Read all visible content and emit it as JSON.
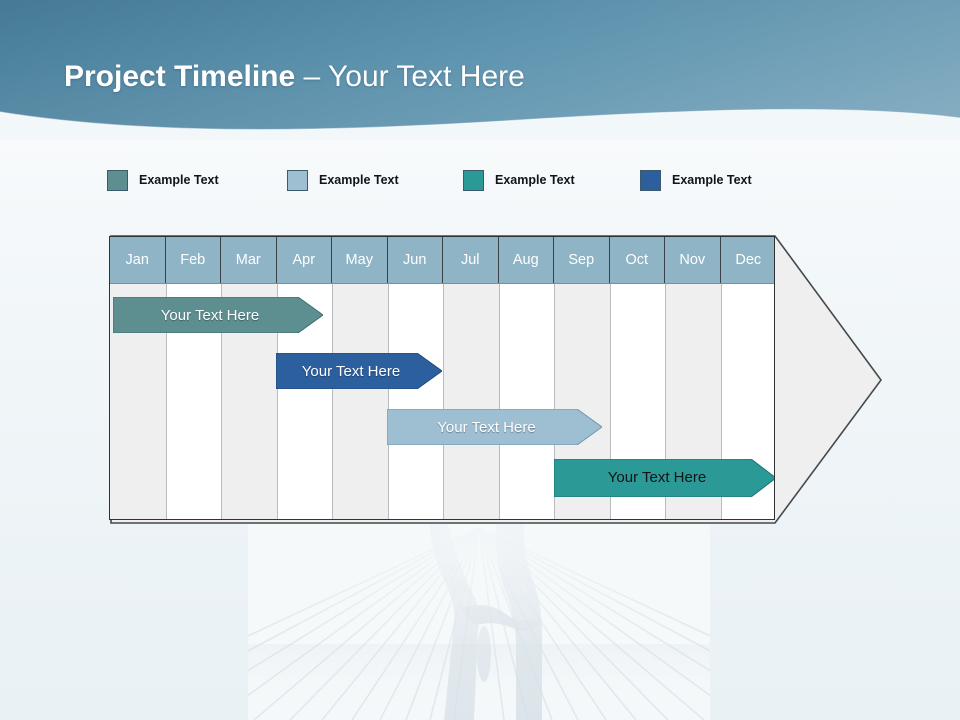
{
  "slide": {
    "title_bold": "Project Timeline",
    "title_rest": " – Your Text Here"
  },
  "legend": {
    "items": [
      {
        "label": "Example Text",
        "color": "#5d8e90",
        "x": 0
      },
      {
        "label": "Example Text",
        "color": "#9ebfd2",
        "x": 180
      },
      {
        "label": "Example Text",
        "color": "#2b9a96",
        "x": 356
      },
      {
        "label": "Example Text",
        "color": "#2c5f9e",
        "x": 533
      }
    ]
  },
  "chart_data": {
    "type": "bar",
    "title": "Project Timeline",
    "xlabel": "",
    "ylabel": "",
    "categories": [
      "Jan",
      "Feb",
      "Mar",
      "Apr",
      "May",
      "Jun",
      "Jul",
      "Aug",
      "Sep",
      "Oct",
      "Nov",
      "Dec"
    ],
    "series": [
      {
        "name": "Your  Text Here",
        "start_month": "Jan",
        "end_month": "Apr",
        "start_index": 0,
        "end_index": 3,
        "color": "#5d8e90",
        "text_color": "light"
      },
      {
        "name": "Your  Text Here",
        "start_month": "Apr",
        "end_month": "Jun",
        "start_index": 3,
        "end_index": 5,
        "color": "#2c5f9e",
        "text_color": "light"
      },
      {
        "name": "Your  Text Here",
        "start_month": "Jun",
        "end_month": "Sep",
        "start_index": 5,
        "end_index": 8,
        "color": "#9ebfd2",
        "text_color": "light"
      },
      {
        "name": "Your  Text Here",
        "start_month": "Sep",
        "end_month": "Dec",
        "start_index": 8,
        "end_index": 11,
        "color": "#2b9a96",
        "text_color": "dark"
      }
    ]
  },
  "colors": {
    "header_top": "#5d93ae",
    "header_bottom": "#6d9ab3",
    "month_header": "#8fb4c6",
    "column_shade": "#efefef",
    "arrow_fill": "#efefef",
    "arrow_stroke": "#44494c"
  }
}
